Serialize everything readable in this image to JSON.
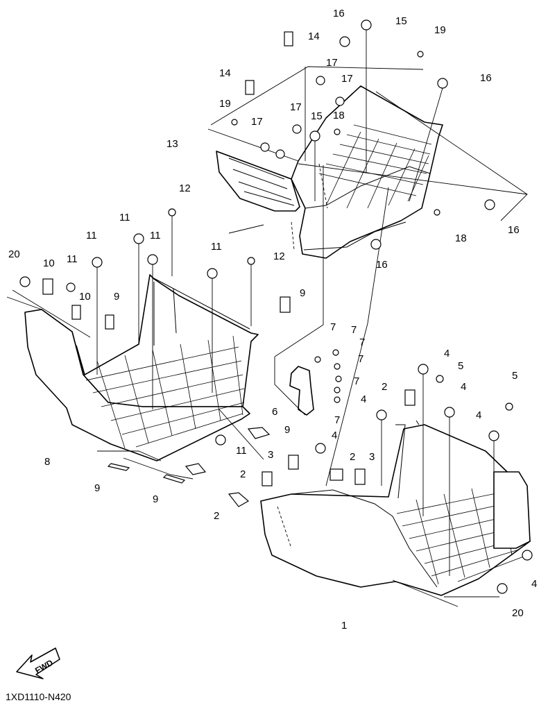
{
  "diagram_code": "1XD1110-N420",
  "fwd_label": "FWD",
  "callouts": [
    {
      "id": "c1",
      "label": "1"
    },
    {
      "id": "c2a",
      "label": "2"
    },
    {
      "id": "c2b",
      "label": "2"
    },
    {
      "id": "c2c",
      "label": "2"
    },
    {
      "id": "c2d",
      "label": "2"
    },
    {
      "id": "c3a",
      "label": "3"
    },
    {
      "id": "c3b",
      "label": "3"
    },
    {
      "id": "c4a",
      "label": "4"
    },
    {
      "id": "c4b",
      "label": "4"
    },
    {
      "id": "c4c",
      "label": "4"
    },
    {
      "id": "c4d",
      "label": "4"
    },
    {
      "id": "c4e",
      "label": "4"
    },
    {
      "id": "c4f",
      "label": "4"
    },
    {
      "id": "c5a",
      "label": "5"
    },
    {
      "id": "c5b",
      "label": "5"
    },
    {
      "id": "c6",
      "label": "6"
    },
    {
      "id": "c7a",
      "label": "7"
    },
    {
      "id": "c7b",
      "label": "7"
    },
    {
      "id": "c7c",
      "label": "7"
    },
    {
      "id": "c7d",
      "label": "7"
    },
    {
      "id": "c7e",
      "label": "7"
    },
    {
      "id": "c7f",
      "label": "7"
    },
    {
      "id": "c8",
      "label": "8"
    },
    {
      "id": "c9a",
      "label": "9"
    },
    {
      "id": "c9b",
      "label": "9"
    },
    {
      "id": "c9c",
      "label": "9"
    },
    {
      "id": "c9d",
      "label": "9"
    },
    {
      "id": "c9e",
      "label": "9"
    },
    {
      "id": "c10a",
      "label": "10"
    },
    {
      "id": "c10b",
      "label": "10"
    },
    {
      "id": "c11a",
      "label": "11"
    },
    {
      "id": "c11b",
      "label": "11"
    },
    {
      "id": "c11c",
      "label": "11"
    },
    {
      "id": "c11d",
      "label": "11"
    },
    {
      "id": "c11e",
      "label": "11"
    },
    {
      "id": "c11f",
      "label": "11"
    },
    {
      "id": "c12a",
      "label": "12"
    },
    {
      "id": "c12b",
      "label": "12"
    },
    {
      "id": "c13",
      "label": "13"
    },
    {
      "id": "c14a",
      "label": "14"
    },
    {
      "id": "c14b",
      "label": "14"
    },
    {
      "id": "c15a",
      "label": "15"
    },
    {
      "id": "c15b",
      "label": "15"
    },
    {
      "id": "c16a",
      "label": "16"
    },
    {
      "id": "c16b",
      "label": "16"
    },
    {
      "id": "c16c",
      "label": "16"
    },
    {
      "id": "c16d",
      "label": "16"
    },
    {
      "id": "c17a",
      "label": "17"
    },
    {
      "id": "c17b",
      "label": "17"
    },
    {
      "id": "c17c",
      "label": "17"
    },
    {
      "id": "c17d",
      "label": "17"
    },
    {
      "id": "c18a",
      "label": "18"
    },
    {
      "id": "c18b",
      "label": "18"
    },
    {
      "id": "c19a",
      "label": "19"
    },
    {
      "id": "c19b",
      "label": "19"
    },
    {
      "id": "c20a",
      "label": "20"
    },
    {
      "id": "c20b",
      "label": "20"
    }
  ]
}
